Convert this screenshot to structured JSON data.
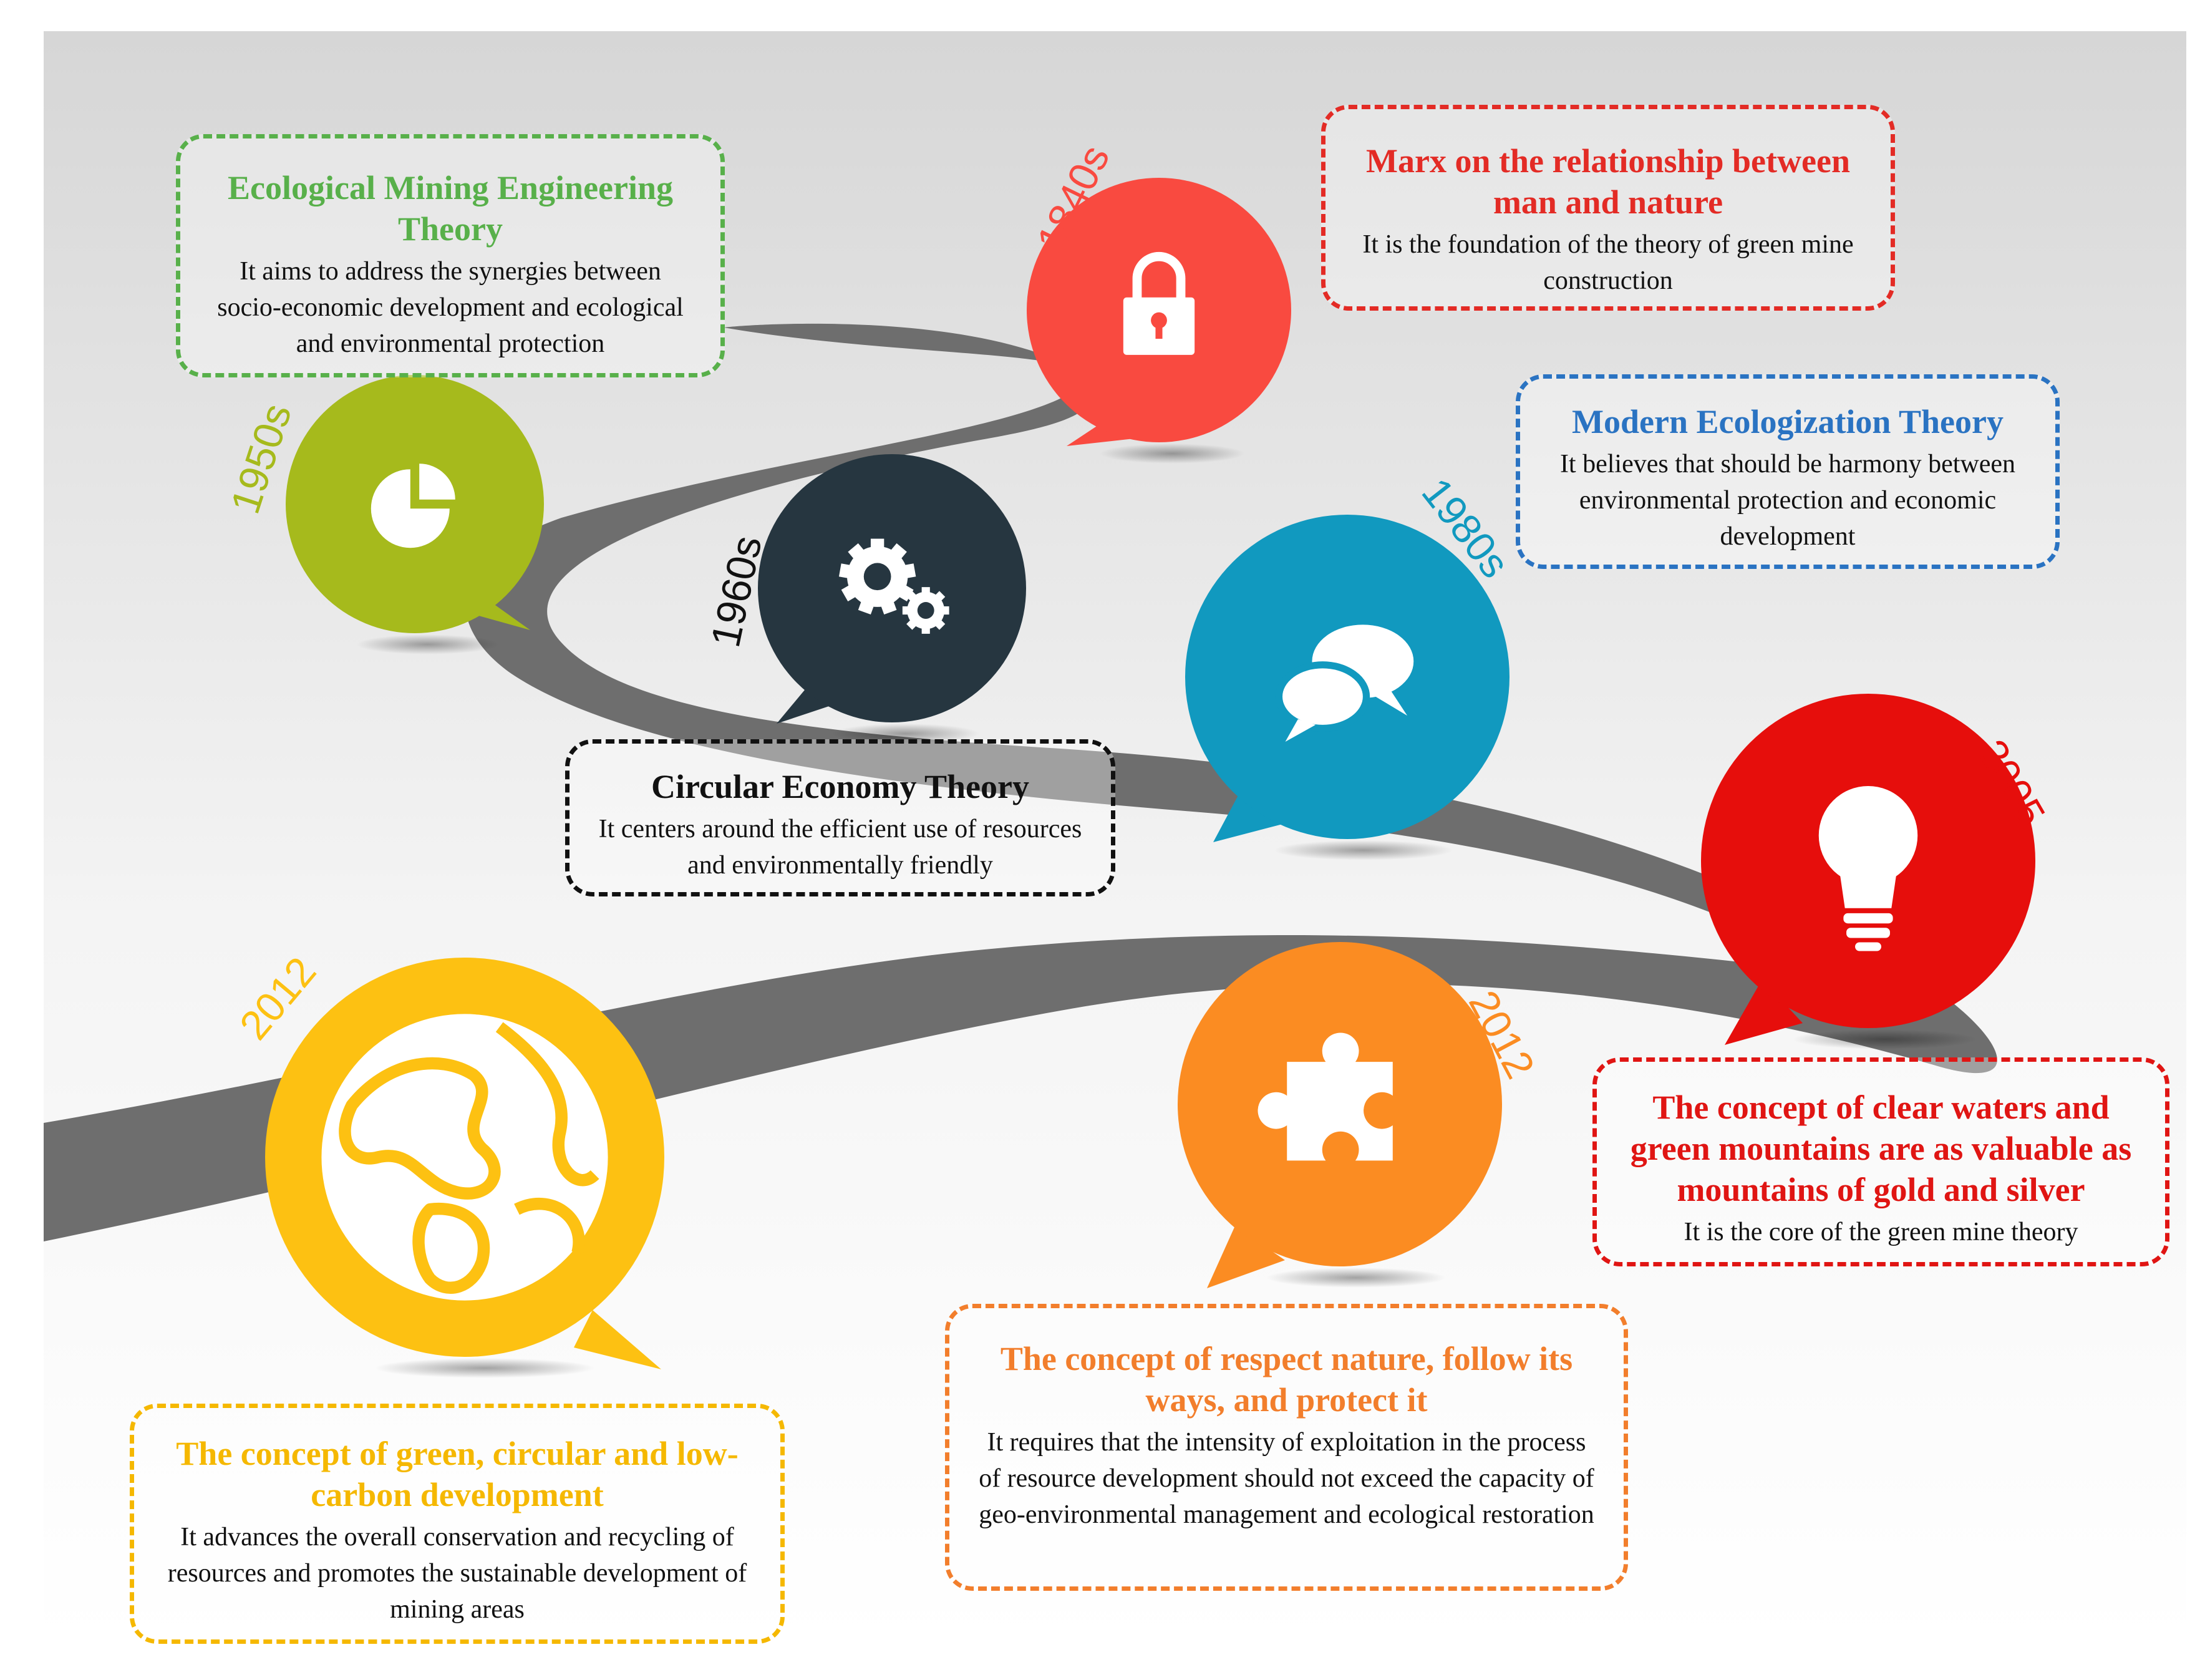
{
  "colors": {
    "road": "#6e6e6e",
    "background_top": "#d8d8d8",
    "background_bottom": "#ffffff"
  },
  "milestones": [
    {
      "id": "m1840",
      "year": "1840s",
      "icon": "padlock-icon",
      "color": "#f94a40",
      "title": "Marx on the relationship between man and nature",
      "title_color": "#e32b25",
      "desc": "It is the foundation of the theory of green mine construction",
      "border_color": "#e32b25"
    },
    {
      "id": "m1950",
      "year": "1950s",
      "icon": "pie-chart-icon",
      "color": "#a6ba1c",
      "title": "Ecological Mining Engineering Theory",
      "title_color": "#58b04a",
      "desc": "It aims to address the synergies between socio-economic development and ecological and environmental protection",
      "border_color": "#58b04a"
    },
    {
      "id": "m1960",
      "year": "1960s",
      "icon": "gears-icon",
      "color": "#263640",
      "title": "Circular Economy Theory",
      "title_color": "#111111",
      "desc": "It centers around the efficient use of resources and environmentally friendly",
      "border_color": "#111111"
    },
    {
      "id": "m1980",
      "year": "1980s",
      "icon": "chat-bubbles-icon",
      "color": "#1199bf",
      "title": "Modern Ecologization Theory",
      "title_color": "#2a73c2",
      "desc": "It believes that should be harmony between environmental protection and economic development",
      "border_color": "#2a73c2"
    },
    {
      "id": "m2005",
      "year": "2005",
      "icon": "lightbulb-icon",
      "color": "#e60e0c",
      "title": "The concept of clear waters and green mountains are as valuable as mountains of gold and silver",
      "title_color": "#e01513",
      "desc": "It is the core of the green mine theory",
      "border_color": "#e01513"
    },
    {
      "id": "m2012a",
      "year": "2012",
      "icon": "puzzle-piece-icon",
      "color": "#fb8c22",
      "title": "The concept of respect nature, follow its ways, and protect it",
      "title_color": "#f27e2c",
      "desc": "It requires that the intensity of exploitation in the process of resource development should not exceed the capacity of geo-environmental management and ecological restoration",
      "border_color": "#f27e2c"
    },
    {
      "id": "m2012b",
      "year": "2012",
      "icon": "globe-icon",
      "color": "#fdc112",
      "title": "The concept of green, circular and low-carbon development",
      "title_color": "#f5b800",
      "desc": "It advances the overall conservation and recycling of resources and promotes the sustainable development of mining areas",
      "border_color": "#f5b800"
    }
  ]
}
